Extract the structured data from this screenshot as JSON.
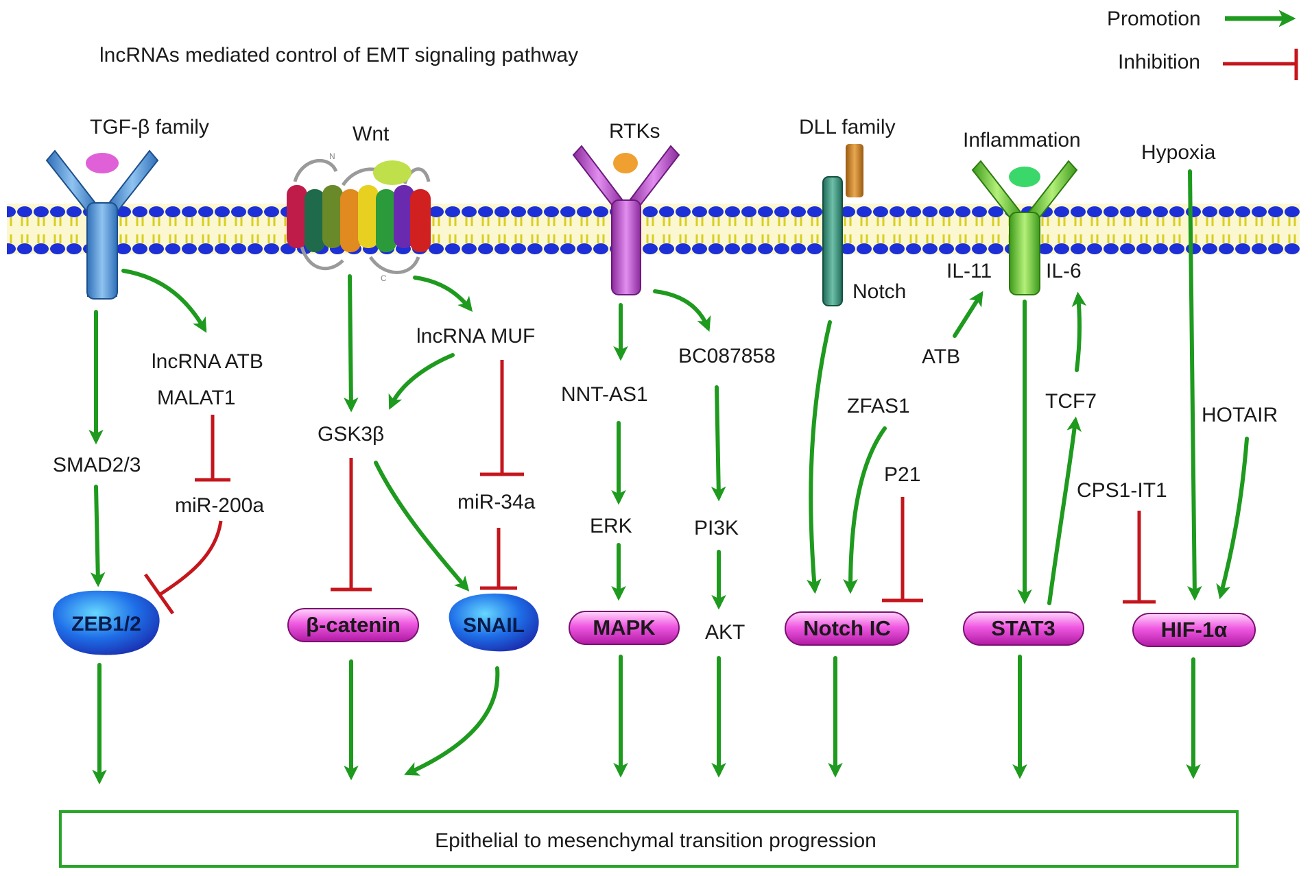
{
  "title": "lncRNAs mediated control of EMT signaling pathway",
  "legend": {
    "promotion": "Promotion",
    "inhibition": "Inhibition"
  },
  "colors": {
    "promotion": "#1e9a1e",
    "inhibition": "#c4161c",
    "membrane_head": "#1d2fd6",
    "membrane_tail": "#e8df2a",
    "pill": "#e23fd4",
    "blob": "#1f5fe0",
    "outcome_border": "#2aa52a"
  },
  "receptors": {
    "tgf": "TGF-β family",
    "wnt": "Wnt",
    "rtk": "RTKs",
    "dll": "DLL family",
    "notch": "Notch",
    "inflammation": "Inflammation",
    "hypoxia": "Hypoxia",
    "il11": "IL-11",
    "il6": "IL-6"
  },
  "nodes": {
    "lnc_atb": "lncRNA ATB",
    "malat1": "MALAT1",
    "smad": "SMAD2/3",
    "mir200a": "miR-200a",
    "lnc_muf": "lncRNA MUF",
    "gsk3b": "GSK3β",
    "mir34a": "miR-34a",
    "nnt_as1": "NNT-AS1",
    "bc087858": "BC087858",
    "erk": "ERK",
    "pi3k": "PI3K",
    "akt": "AKT",
    "zfas1": "ZFAS1",
    "p21": "P21",
    "atb": "ATB",
    "tcf7": "TCF7",
    "hotair": "HOTAIR",
    "cps1_it1": "CPS1-IT1"
  },
  "effectors": {
    "zeb": "ZEB1/2",
    "catenin": "β-catenin",
    "snail": "SNAIL",
    "mapk": "MAPK",
    "notch_ic": "Notch IC",
    "stat3": "STAT3",
    "hif": "HIF-1α"
  },
  "outcome": "Epithelial to mesenchymal transition progression"
}
